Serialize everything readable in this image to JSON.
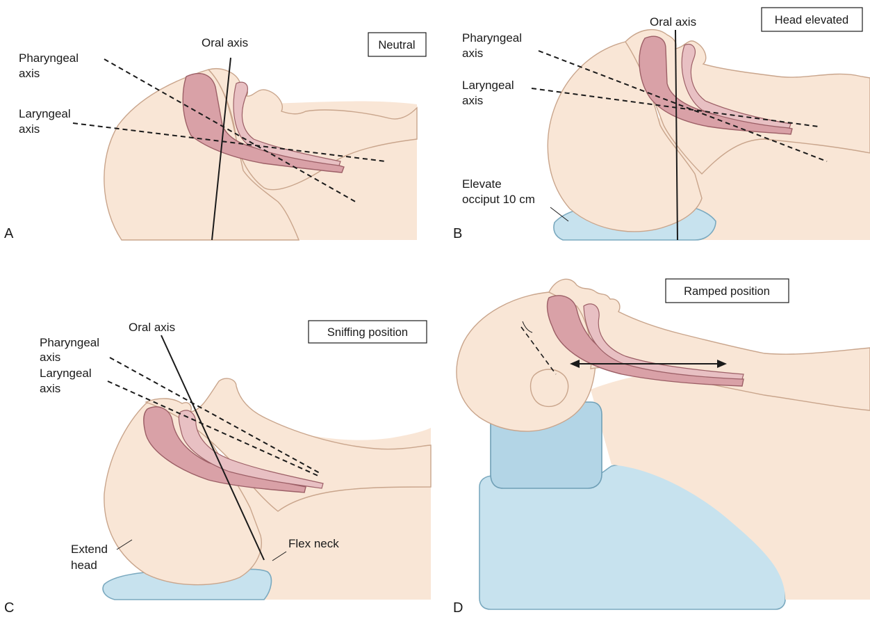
{
  "panels": {
    "a": {
      "letter": "A",
      "position_label": "Neutral",
      "oral_axis": "Oral axis",
      "pharyngeal_axis": [
        "Pharyngeal",
        "axis"
      ],
      "laryngeal_axis": [
        "Laryngeal",
        "axis"
      ]
    },
    "b": {
      "letter": "B",
      "position_label": "Head elevated",
      "oral_axis": "Oral axis",
      "pharyngeal_axis": [
        "Pharyngeal",
        "axis"
      ],
      "laryngeal_axis": [
        "Laryngeal",
        "axis"
      ],
      "pillow_note": [
        "Elevate",
        "occiput 10 cm"
      ]
    },
    "c": {
      "letter": "C",
      "position_label": "Sniffing position",
      "oral_axis": "Oral axis",
      "pharyngeal_axis": [
        "Pharyngeal",
        "axis"
      ],
      "laryngeal_axis": [
        "Laryngeal",
        "axis"
      ],
      "extend_note": [
        "Extend",
        "head"
      ],
      "flex_note": "Flex neck"
    },
    "d": {
      "letter": "D",
      "position_label": "Ramped position"
    }
  },
  "colors": {
    "skin": "#f9e6d6",
    "airway": "#d9a1a7",
    "pillow": "#c7e2ee",
    "line": "#1a1a1a"
  }
}
